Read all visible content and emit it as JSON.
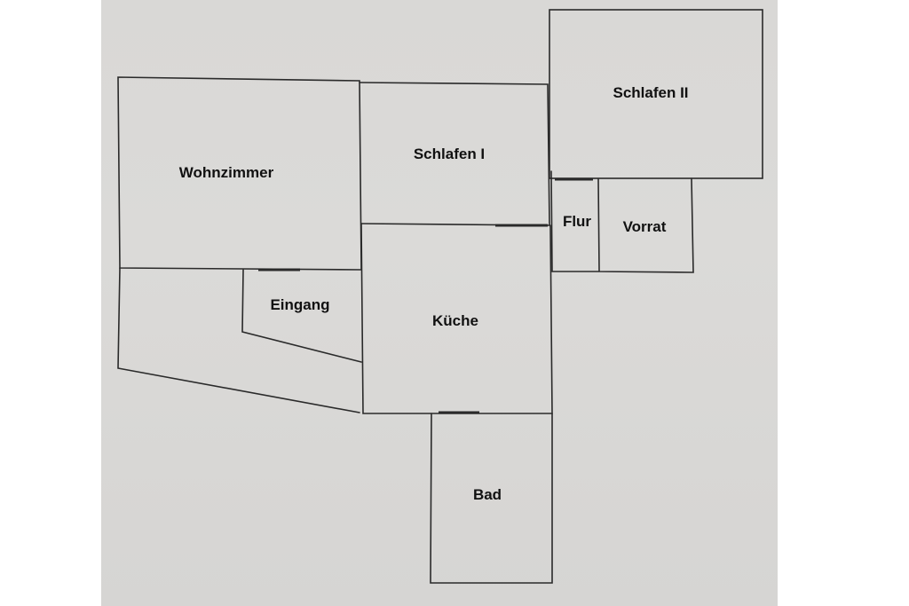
{
  "rooms": {
    "wohnzimmer": "Wohnzimmer",
    "schlafen_1": "Schlafen I",
    "schlafen_2": "Schlafen II",
    "flur": "Flur",
    "vorrat": "Vorrat",
    "eingang": "Eingang",
    "kueche": "Küche",
    "bad": "Bad"
  },
  "colors": {
    "paper": "#d9d8d6",
    "line": "#2a2a2a",
    "text": "#111111"
  }
}
